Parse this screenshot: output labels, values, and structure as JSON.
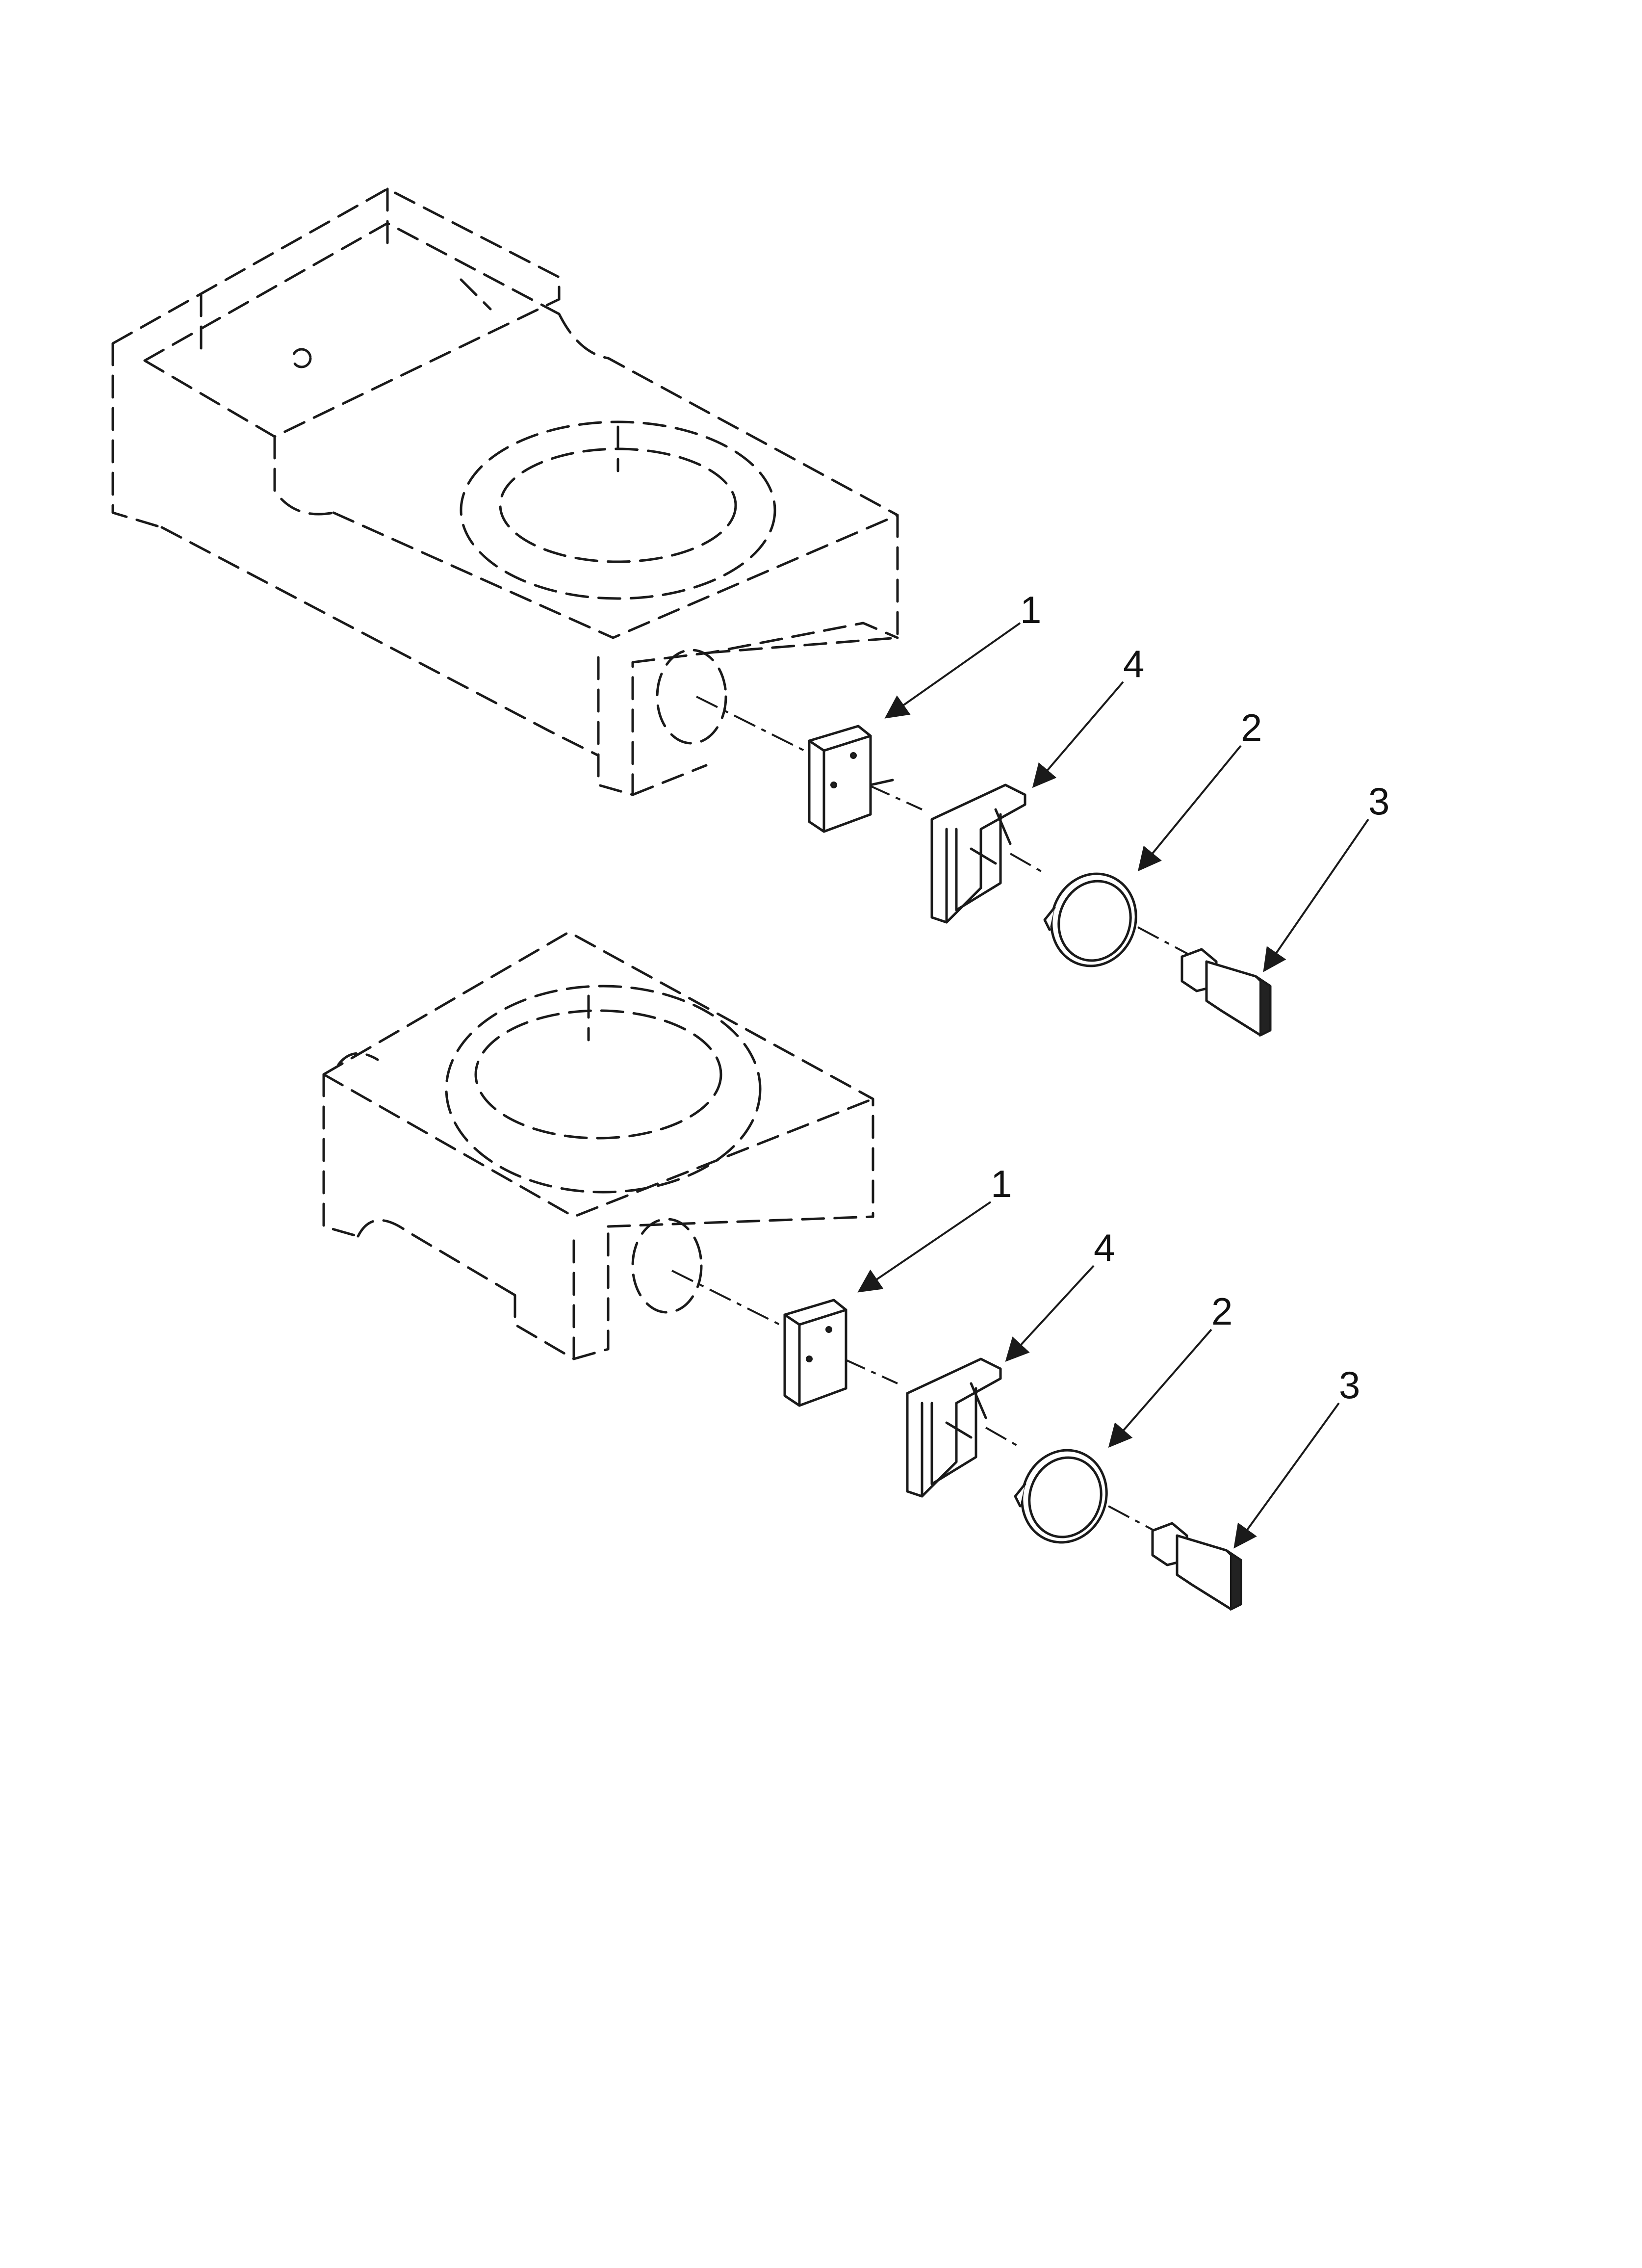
{
  "diagram": {
    "type": "exploded-parts-view",
    "assemblies": [
      {
        "name": "upper-assembly",
        "callouts": [
          "1",
          "4",
          "2",
          "3"
        ]
      },
      {
        "name": "lower-assembly",
        "callouts": [
          "1",
          "4",
          "2",
          "3"
        ]
      }
    ]
  }
}
